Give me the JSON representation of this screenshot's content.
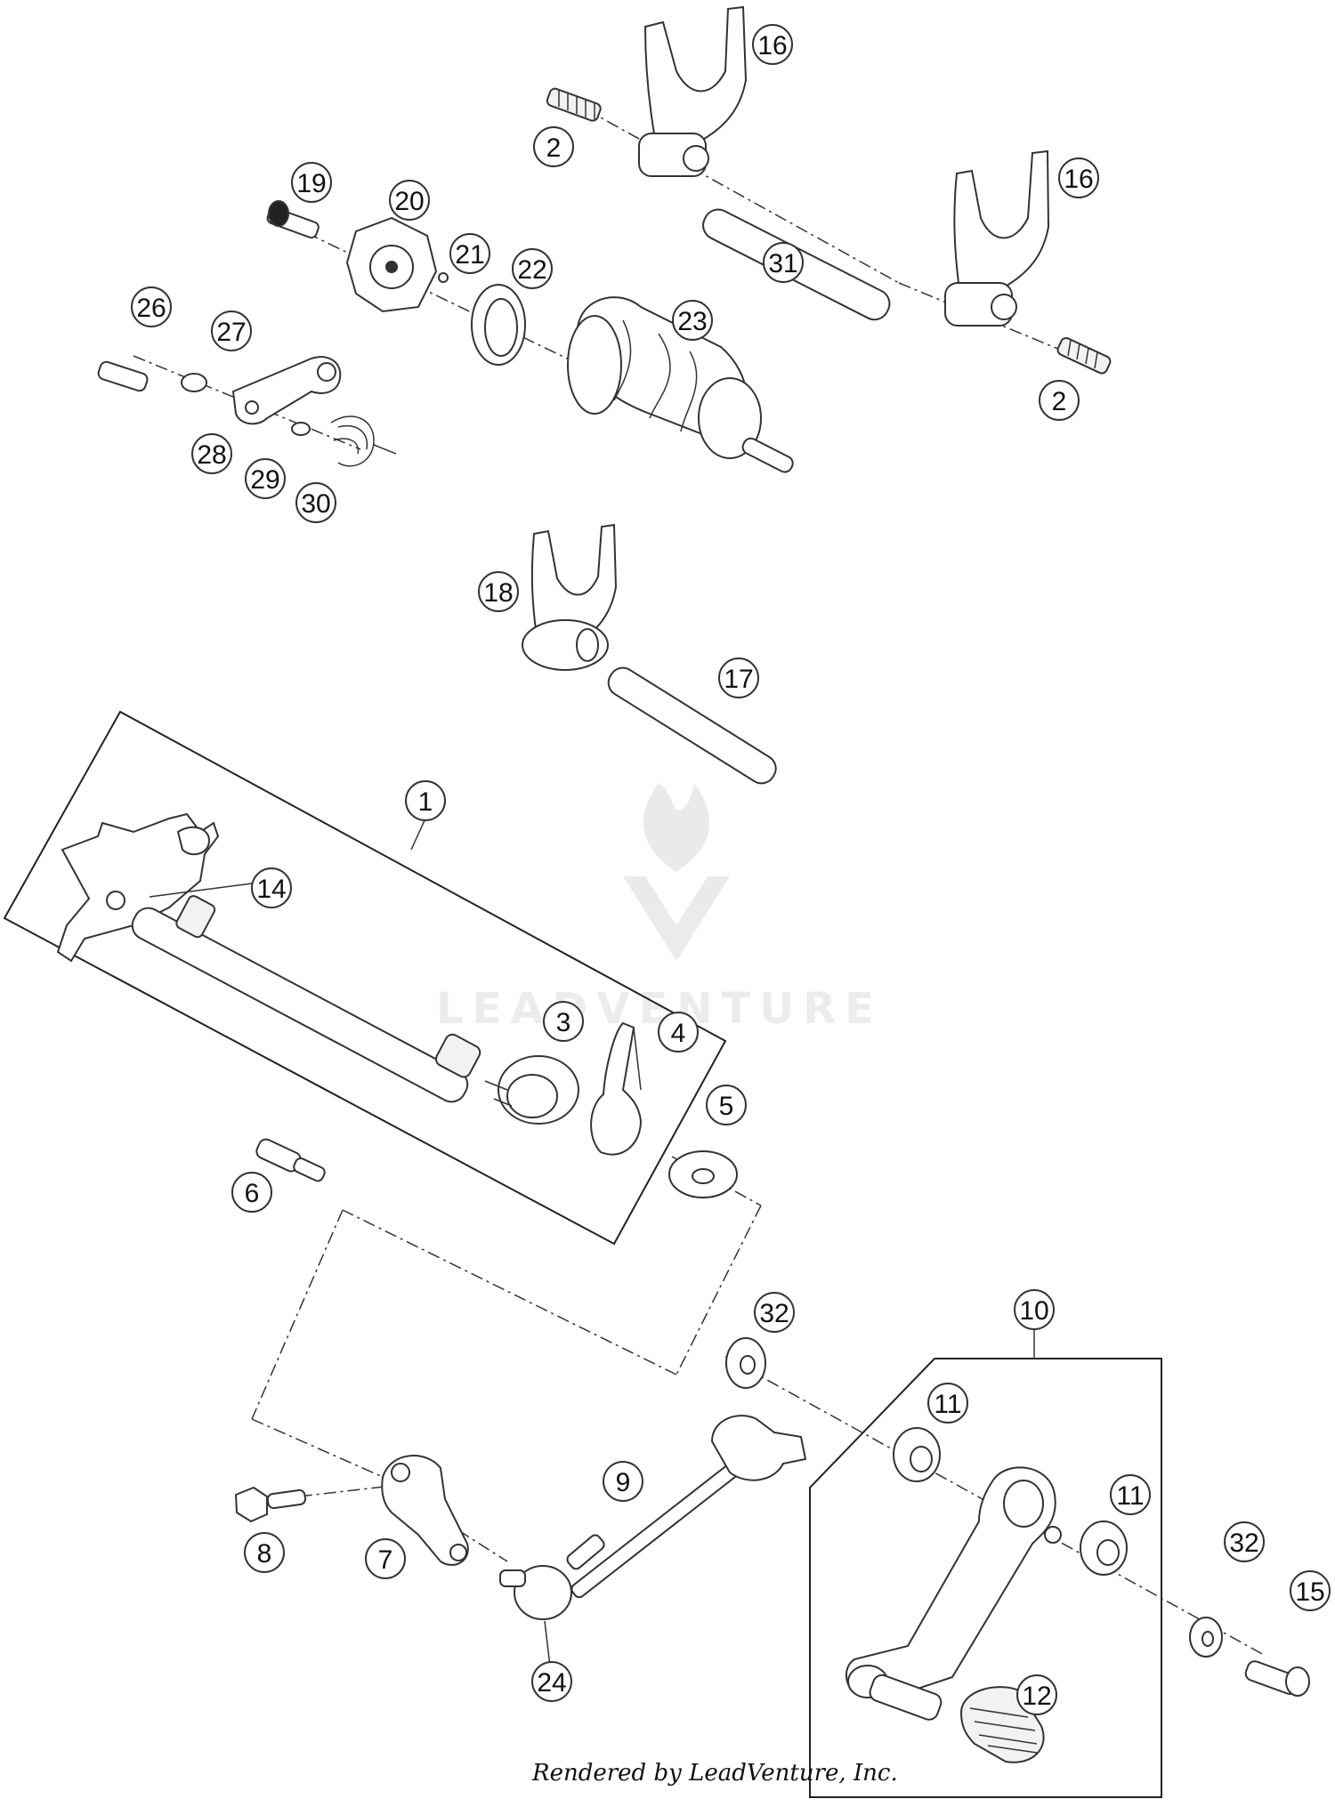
{
  "diagram": {
    "callouts": [
      "1",
      "2",
      "2",
      "3",
      "4",
      "5",
      "6",
      "7",
      "8",
      "9",
      "10",
      "11",
      "11",
      "12",
      "14",
      "15",
      "16",
      "16",
      "17",
      "18",
      "19",
      "20",
      "21",
      "22",
      "23",
      "24",
      "26",
      "27",
      "28",
      "29",
      "30",
      "31",
      "32",
      "32"
    ],
    "watermark": "LEADVENTURE",
    "footer": "Rendered by LeadVenture, Inc."
  }
}
